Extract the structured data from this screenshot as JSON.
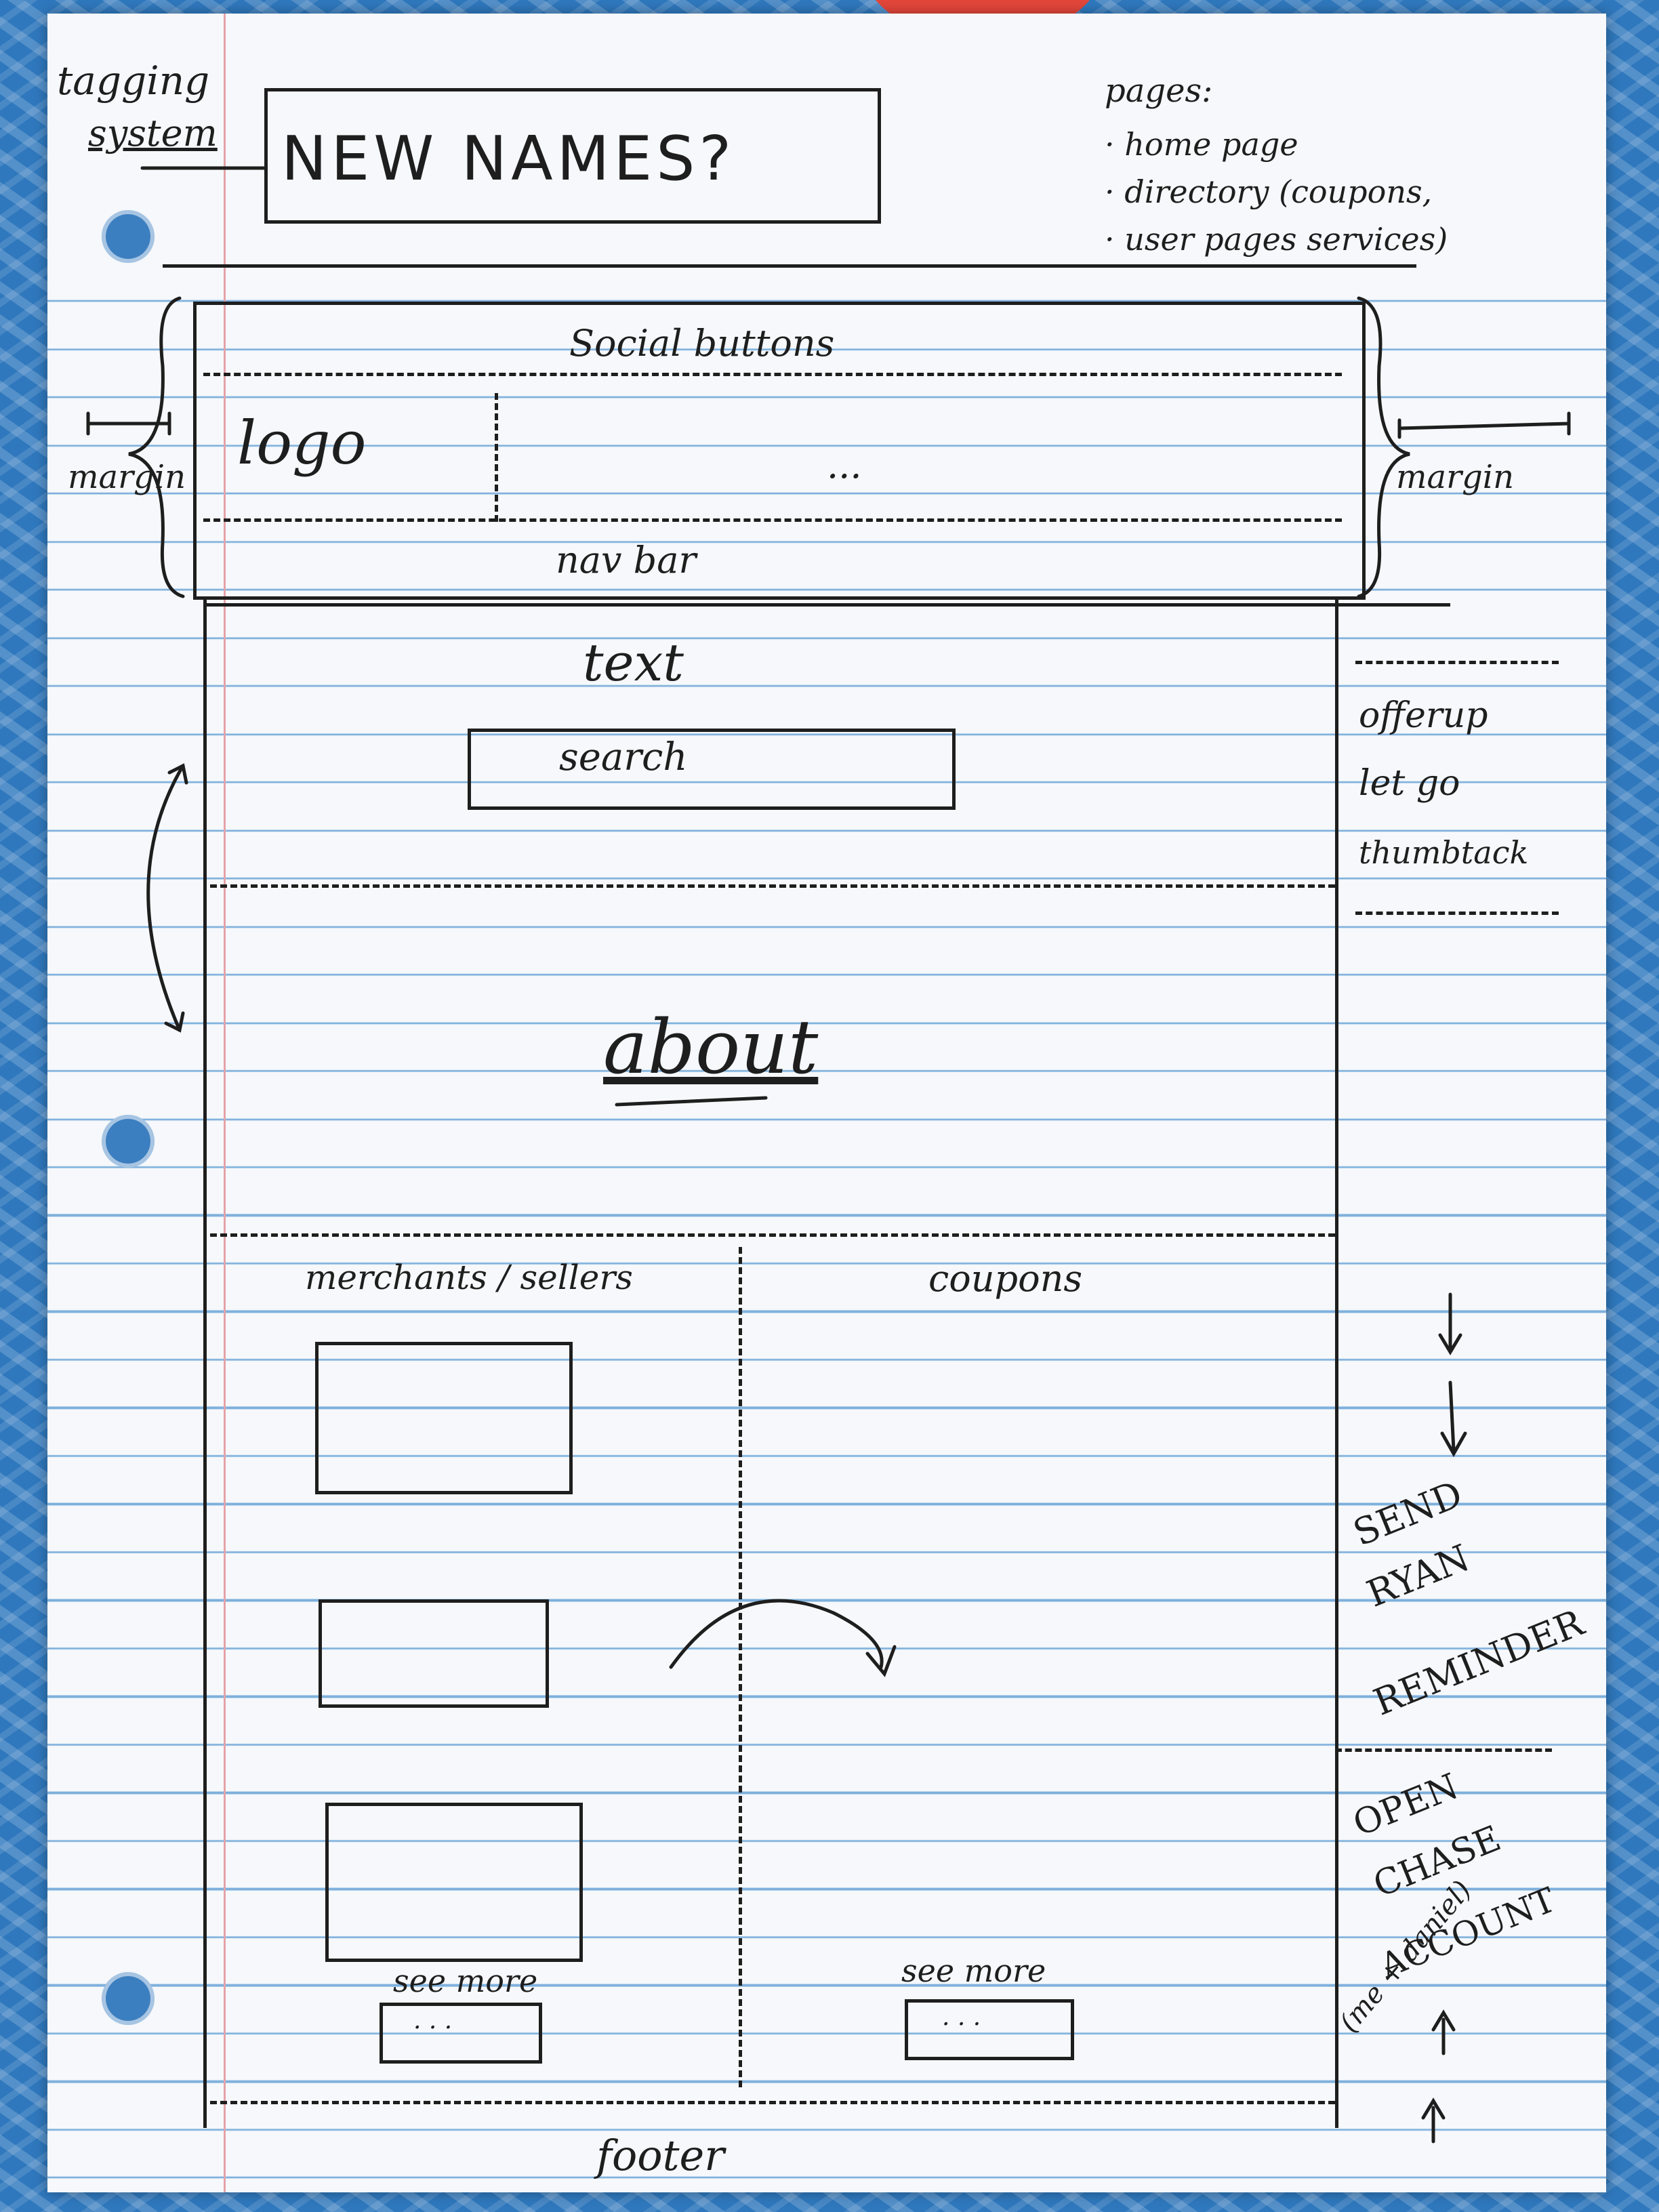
{
  "top_left_note": {
    "line1": "tagging",
    "line2": "system"
  },
  "title": "NEW   NAMES?",
  "pages_note": {
    "heading": "pages:",
    "items": [
      "· home page",
      "· directory (coupons,",
      "· user pages    services)"
    ]
  },
  "header": {
    "social": "Social   buttons",
    "logo": "logo",
    "ellipsis": "...",
    "nav": "nav   bar",
    "margin_left": "margin",
    "margin_right": "margin"
  },
  "hero": {
    "text": "text",
    "search": "search"
  },
  "side_names": [
    "offerup",
    "let go",
    "thumbtack"
  ],
  "about": "about",
  "columns": {
    "left": "merchants / sellers",
    "right": "coupons"
  },
  "see_more": {
    "left": "see  more",
    "right": "see   more"
  },
  "button_dots": "·  ·  ·",
  "reminders": {
    "send": [
      "SEND",
      "RYAN",
      "REMINDER"
    ],
    "open": [
      "OPEN",
      "CHASE",
      "ACCOUNT",
      "(me + daniel)"
    ]
  },
  "footer": "footer",
  "colors": {
    "ink": "#1e1e1e",
    "paper_line": "#7eb0dc",
    "margin_line": "#e4a3a8",
    "background_blue": "#2f78bd"
  }
}
